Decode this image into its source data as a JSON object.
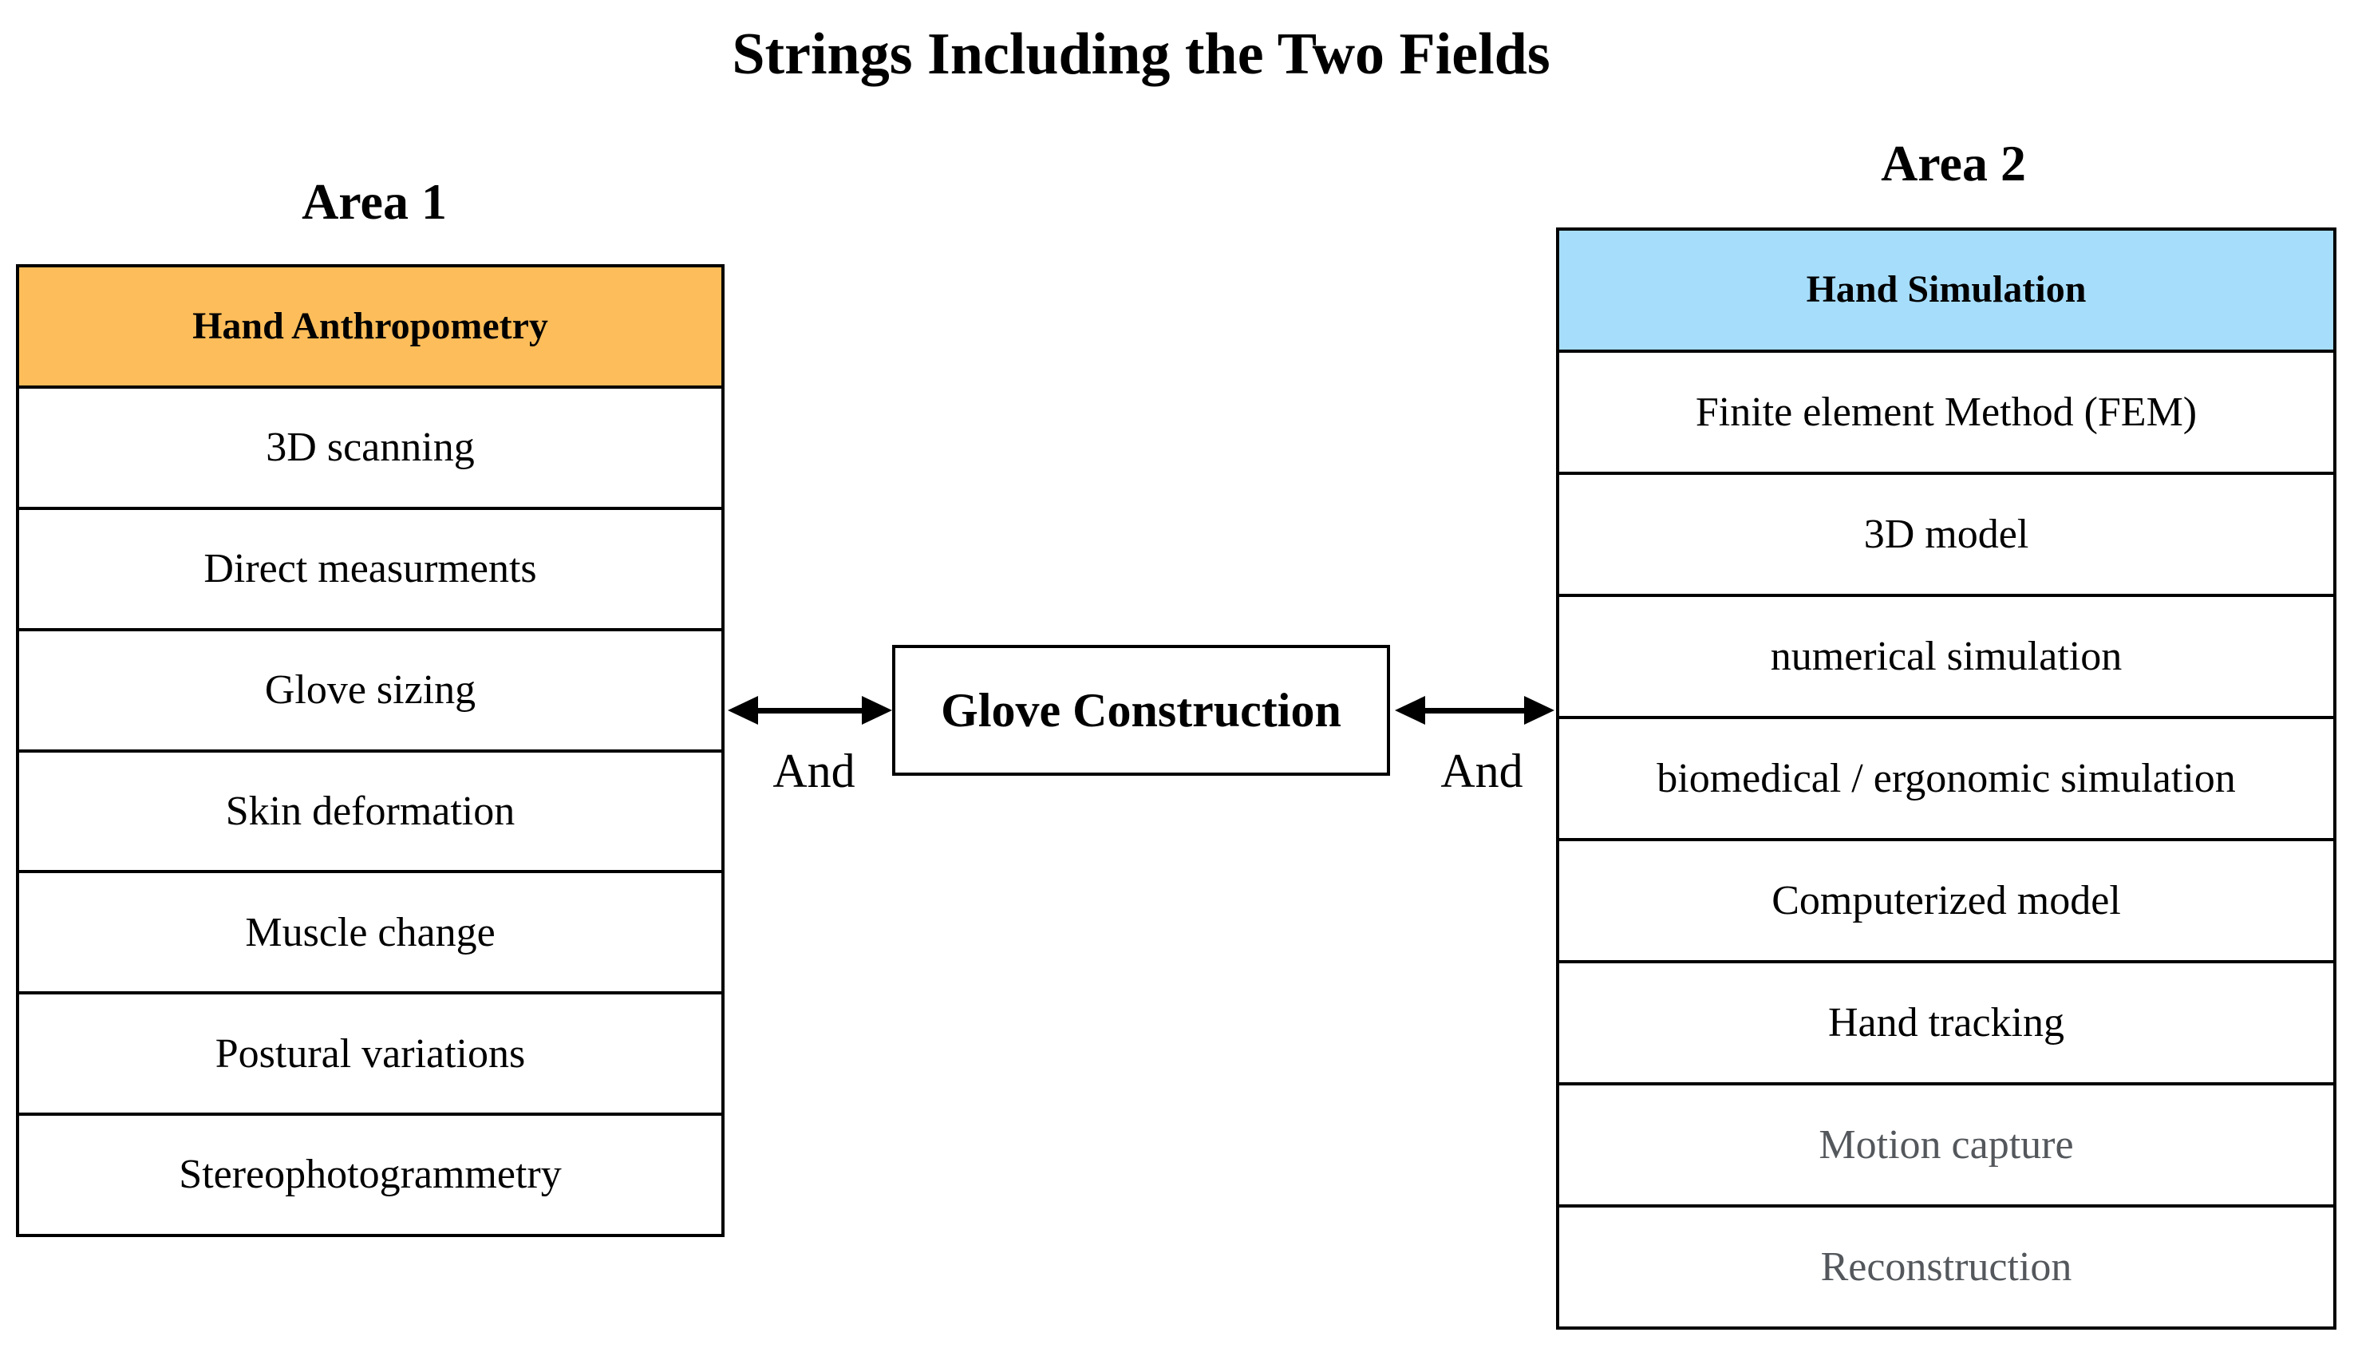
{
  "title": "Strings Including the Two Fields",
  "area1": {
    "label": "Area 1",
    "header": "Hand Anthropometry",
    "rows": [
      {
        "label": "3D scanning"
      },
      {
        "label": "Direct measurments"
      },
      {
        "label": "Glove sizing"
      },
      {
        "label": "Skin deformation"
      },
      {
        "label": "Muscle change"
      },
      {
        "label": "Postural variations"
      },
      {
        "label": "Stereophotogrammetry"
      }
    ]
  },
  "area2": {
    "label": "Area 2",
    "header": "Hand Simulation",
    "rows": [
      {
        "label": "Finite element Method (FEM)",
        "muted": false
      },
      {
        "label": "3D model",
        "muted": false
      },
      {
        "label": "numerical simulation",
        "muted": false
      },
      {
        "label": "biomedical / ergonomic simulation",
        "muted": false
      },
      {
        "label": "Computerized model",
        "muted": false
      },
      {
        "label": "Hand tracking",
        "muted": false
      },
      {
        "label": "Motion capture",
        "muted": true
      },
      {
        "label": "Reconstruction",
        "muted": true
      }
    ]
  },
  "center": {
    "label": "Glove Construction"
  },
  "connectors": {
    "left_label": "And",
    "right_label": "And"
  },
  "colors": {
    "area1_header_bg": "#FCBD5A",
    "area2_header_bg": "#A6DDFB",
    "border": "#000000",
    "text": "#000000",
    "muted_text": "#54585C",
    "background": "#FFFFFF"
  }
}
